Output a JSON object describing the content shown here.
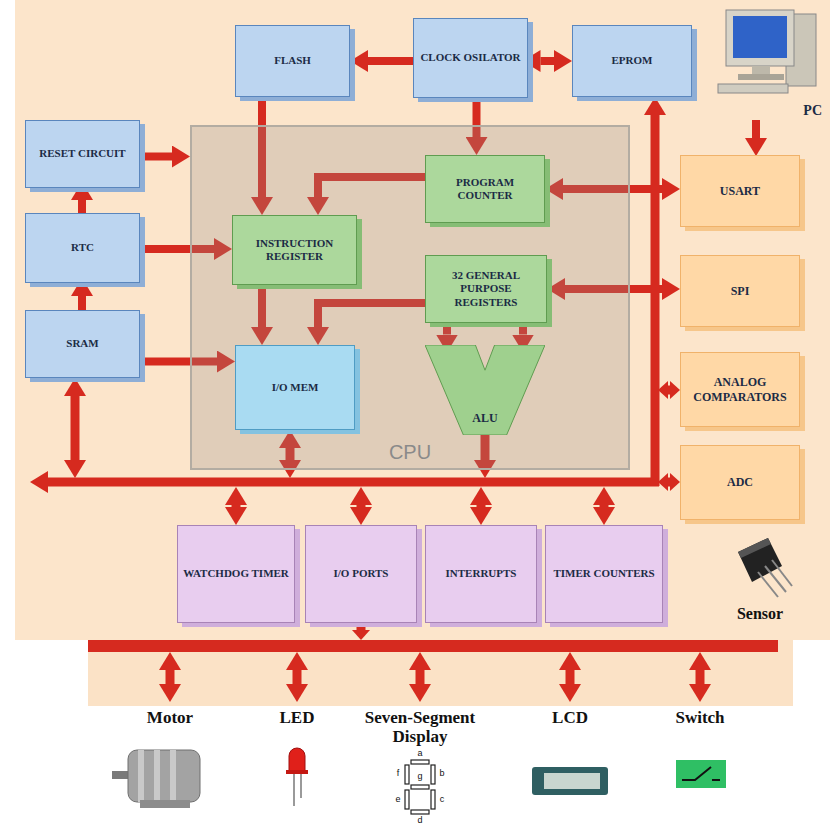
{
  "diagram": {
    "nodes": [
      {
        "text": [
          "FLASH"
        ]
      },
      {
        "text": [
          "CLOCK OSILATOR"
        ]
      },
      {
        "text": [
          "EPROM"
        ]
      },
      {
        "text": [
          "PC"
        ]
      },
      {
        "text": [
          "RESET CIRCUIT"
        ]
      },
      {
        "text": [
          "RTC"
        ]
      },
      {
        "text": [
          "SRAM"
        ]
      },
      {
        "text": [
          "CPU"
        ]
      },
      {
        "text": [
          "PROGRAM COUNTER"
        ],
        "in": 7
      },
      {
        "text": [
          "INSTRUCTION REGISTER"
        ],
        "in": 7
      },
      {
        "text": [
          "32 GENERAL PURPOSE REGISTERS"
        ],
        "in": 7
      },
      {
        "text": [
          "I/O MEM"
        ],
        "in": 7
      },
      {
        "text": [
          "ALU"
        ],
        "in": 7
      },
      {
        "text": [
          "USART"
        ]
      },
      {
        "text": [
          "SPI"
        ]
      },
      {
        "text": [
          "ANALOG COMPARATORS"
        ]
      },
      {
        "text": [
          "ADC"
        ]
      },
      {
        "text": [
          "WATCHDOG TIMER"
        ]
      },
      {
        "text": [
          "I/O PORTS"
        ]
      },
      {
        "text": [
          "INTERRUPTS"
        ]
      },
      {
        "text": [
          "TIMER COUNTERS"
        ]
      }
    ],
    "edges": [
      {
        "from": 1,
        "to": 0,
        "arrow": "to"
      },
      {
        "from": 1,
        "to": 2,
        "arrow": "both"
      },
      {
        "from": 1,
        "to": 8,
        "arrow": "to"
      },
      {
        "from": 0,
        "to": 9,
        "arrow": "to"
      },
      {
        "from": 4,
        "to": 7,
        "arrow": "to"
      },
      {
        "from": 5,
        "to": 4,
        "arrow": "to"
      },
      {
        "from": 5,
        "to": 9,
        "arrow": "to"
      },
      {
        "from": 6,
        "to": 5,
        "arrow": "to"
      },
      {
        "from": 6,
        "to": 11,
        "arrow": "to"
      },
      {
        "from": 8,
        "to": 9,
        "arrow": "to"
      },
      {
        "from": 9,
        "to": 11,
        "arrow": "to"
      },
      {
        "from": 10,
        "to": 11,
        "arrow": "to"
      },
      {
        "from": 10,
        "to": 12,
        "arrow": "to"
      },
      {
        "from": 10,
        "to": 12,
        "arrow": "to"
      },
      {
        "from": 8,
        "to": 13,
        "arrow": "both"
      },
      {
        "from": 10,
        "to": 14,
        "arrow": "both"
      },
      {
        "from": 3,
        "to": 13,
        "arrow": "to"
      }
    ],
    "labels": [
      "Sensor",
      "Motor",
      "LED",
      "Seven-Segment Display",
      "LCD",
      "Switch",
      "a",
      "f",
      "b",
      "g",
      "e",
      "c",
      "d"
    ]
  }
}
